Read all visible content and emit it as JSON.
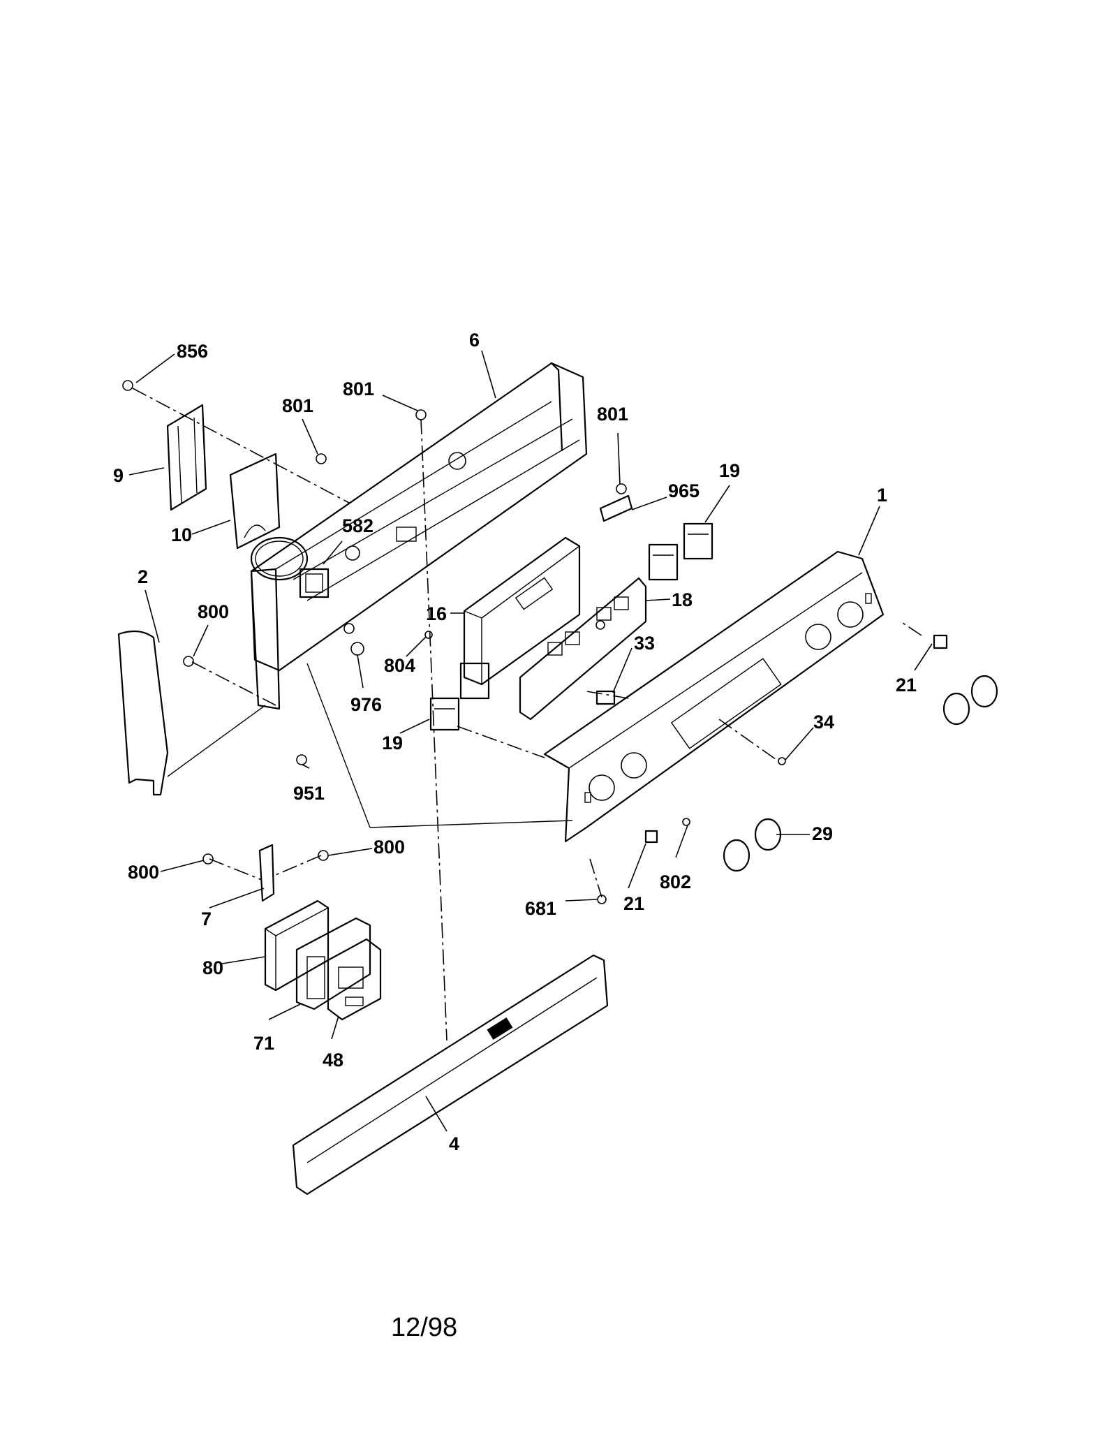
{
  "callouts": {
    "c856": "856",
    "c6": "6",
    "c801a": "801",
    "c801b": "801",
    "c801c": "801",
    "c9": "9",
    "c965": "965",
    "c19a": "19",
    "c1": "1",
    "c10": "10",
    "c582": "582",
    "c2": "2",
    "c16": "16",
    "c18": "18",
    "c800a": "800",
    "c33": "33",
    "c21a": "21",
    "c804": "804",
    "c976": "976",
    "c19b": "19",
    "c34": "34",
    "c951": "951",
    "c29": "29",
    "c800b": "800",
    "c800c": "800",
    "c802": "802",
    "c7": "7",
    "c681": "681",
    "c21b": "21",
    "c80": "80",
    "c71": "71",
    "c48": "48",
    "c4": "4"
  },
  "footer": {
    "date": "12/98"
  }
}
